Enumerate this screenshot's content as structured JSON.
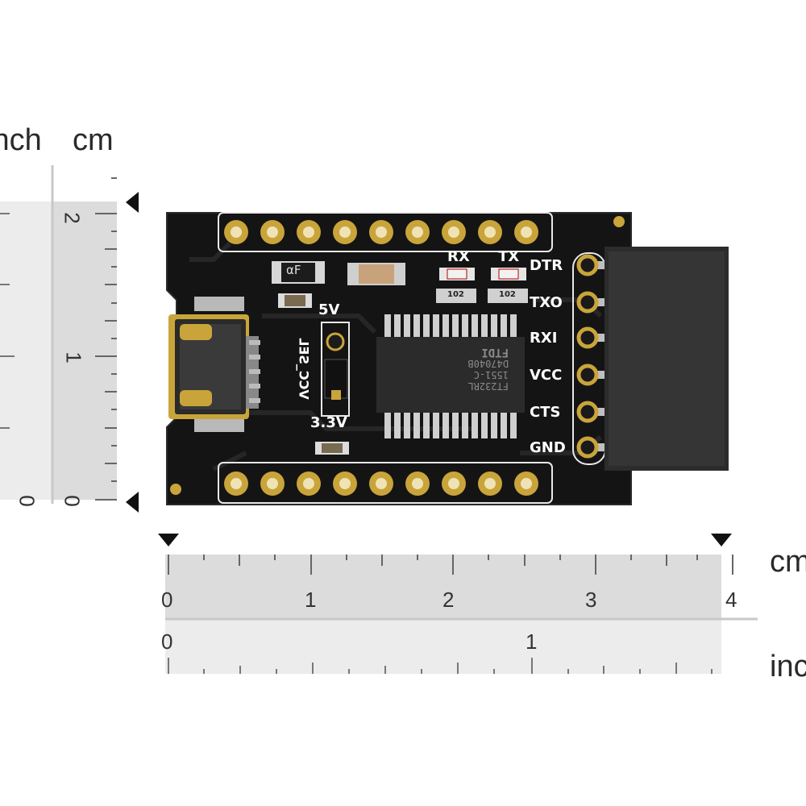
{
  "rulers": {
    "vertical": {
      "inch_label": "inch",
      "cm_label": "cm",
      "cm_ticks": [
        "2",
        "1",
        "0"
      ],
      "inch_ticks": [
        "0"
      ]
    },
    "horizontal": {
      "cm_label": "cm",
      "inch_label": "inch",
      "cm_ticks": [
        "0",
        "1",
        "2",
        "3",
        "4"
      ],
      "inch_ticks": [
        "0",
        "1"
      ]
    }
  },
  "board": {
    "pin_labels": [
      "DTR",
      "TXO",
      "RXI",
      "VCC",
      "CTS",
      "GND"
    ],
    "led_labels": [
      "RX",
      "TX"
    ],
    "resistor_code": "102",
    "jumper_top_label": "5V",
    "jumper_bottom_label": "3.3V",
    "jumper_side_label": "VCC_SEL",
    "ic_marking": [
      "FT232RL",
      "1551-C",
      "D47040B",
      "FTDI"
    ],
    "component_code": "αF",
    "colors": {
      "pcb": "#141414",
      "gold": "#c9a43a",
      "silkscreen": "#ffffff",
      "header": "#2c2c2c"
    }
  }
}
